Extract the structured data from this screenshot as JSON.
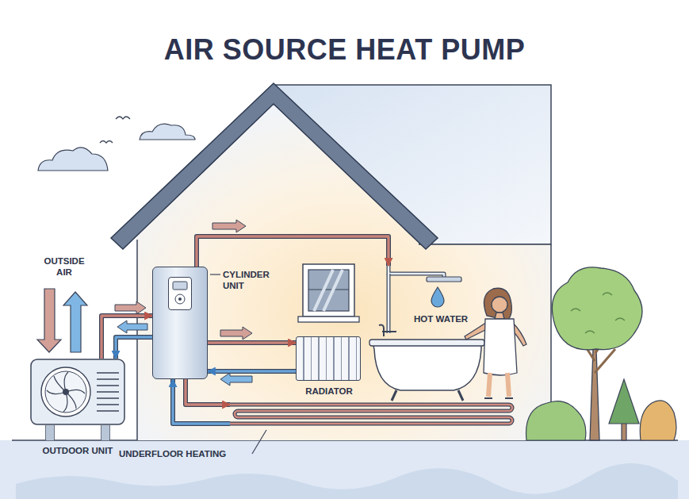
{
  "diagram": {
    "title": "AIR SOURCE HEAT PUMP",
    "nodes": [
      {
        "text": [
          "CYLINDER UNIT"
        ]
      },
      {
        "text": [
          "HOT WATER"
        ]
      },
      {
        "text": [
          "RADIATOR"
        ]
      },
      {
        "text": [
          "OUTDOOR UNIT"
        ]
      },
      {
        "text": [
          "UNDERFLOOR HEATING"
        ]
      }
    ],
    "edges": [
      {
        "from": 3,
        "to": 0,
        "arrow": "to"
      },
      {
        "from": 0,
        "to": 3,
        "arrow": "to"
      },
      {
        "from": 0,
        "to": 2,
        "arrow": "to"
      },
      {
        "from": 2,
        "to": 0,
        "arrow": "to"
      },
      {
        "from": 0,
        "to": 1,
        "arrow": "to"
      },
      {
        "from": 0,
        "to": 4,
        "arrow": "to"
      },
      {
        "from": 4,
        "to": 0,
        "arrow": "to"
      }
    ],
    "labels": [
      "OUTSIDE AIR"
    ]
  }
}
